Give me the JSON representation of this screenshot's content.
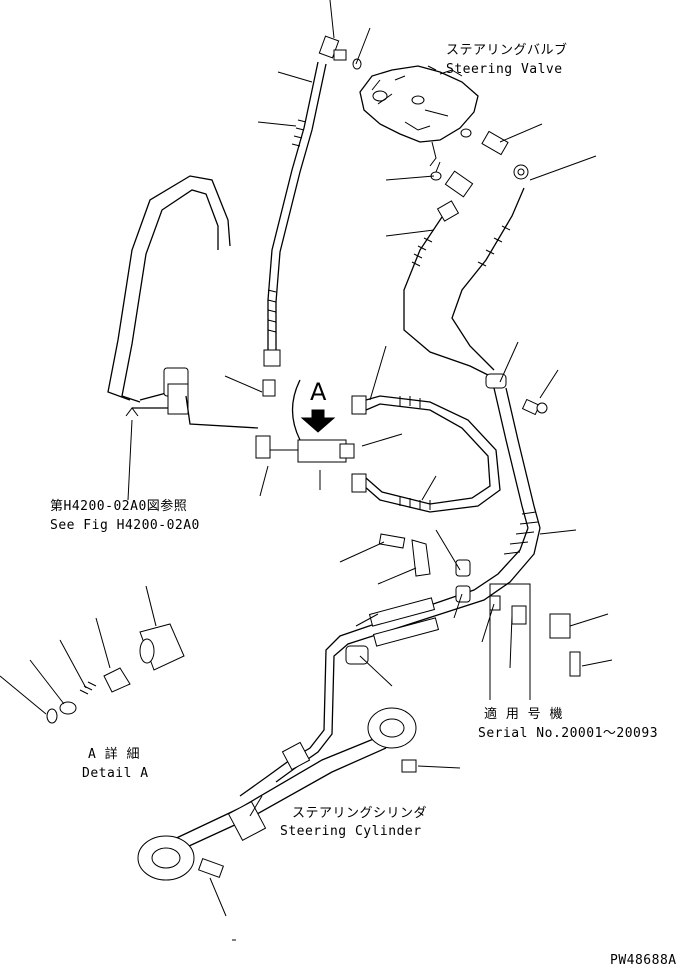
{
  "labels": {
    "steering_valve_jp": "ステアリングバルブ",
    "steering_valve_en": "Steering Valve",
    "see_fig_jp": "第H4200-02A0図参照",
    "see_fig_en": "See Fig H4200-02A0",
    "detail_jp": "A 詳 細",
    "detail_en": "Detail A",
    "serial_jp": "適 用 号 機",
    "serial_en": "Serial No.20001～20093",
    "cylinder_jp": "ステアリングシリンダ",
    "cylinder_en": "Steering Cylinder",
    "view_letter": "A",
    "drawing_no": "PW48688A"
  }
}
